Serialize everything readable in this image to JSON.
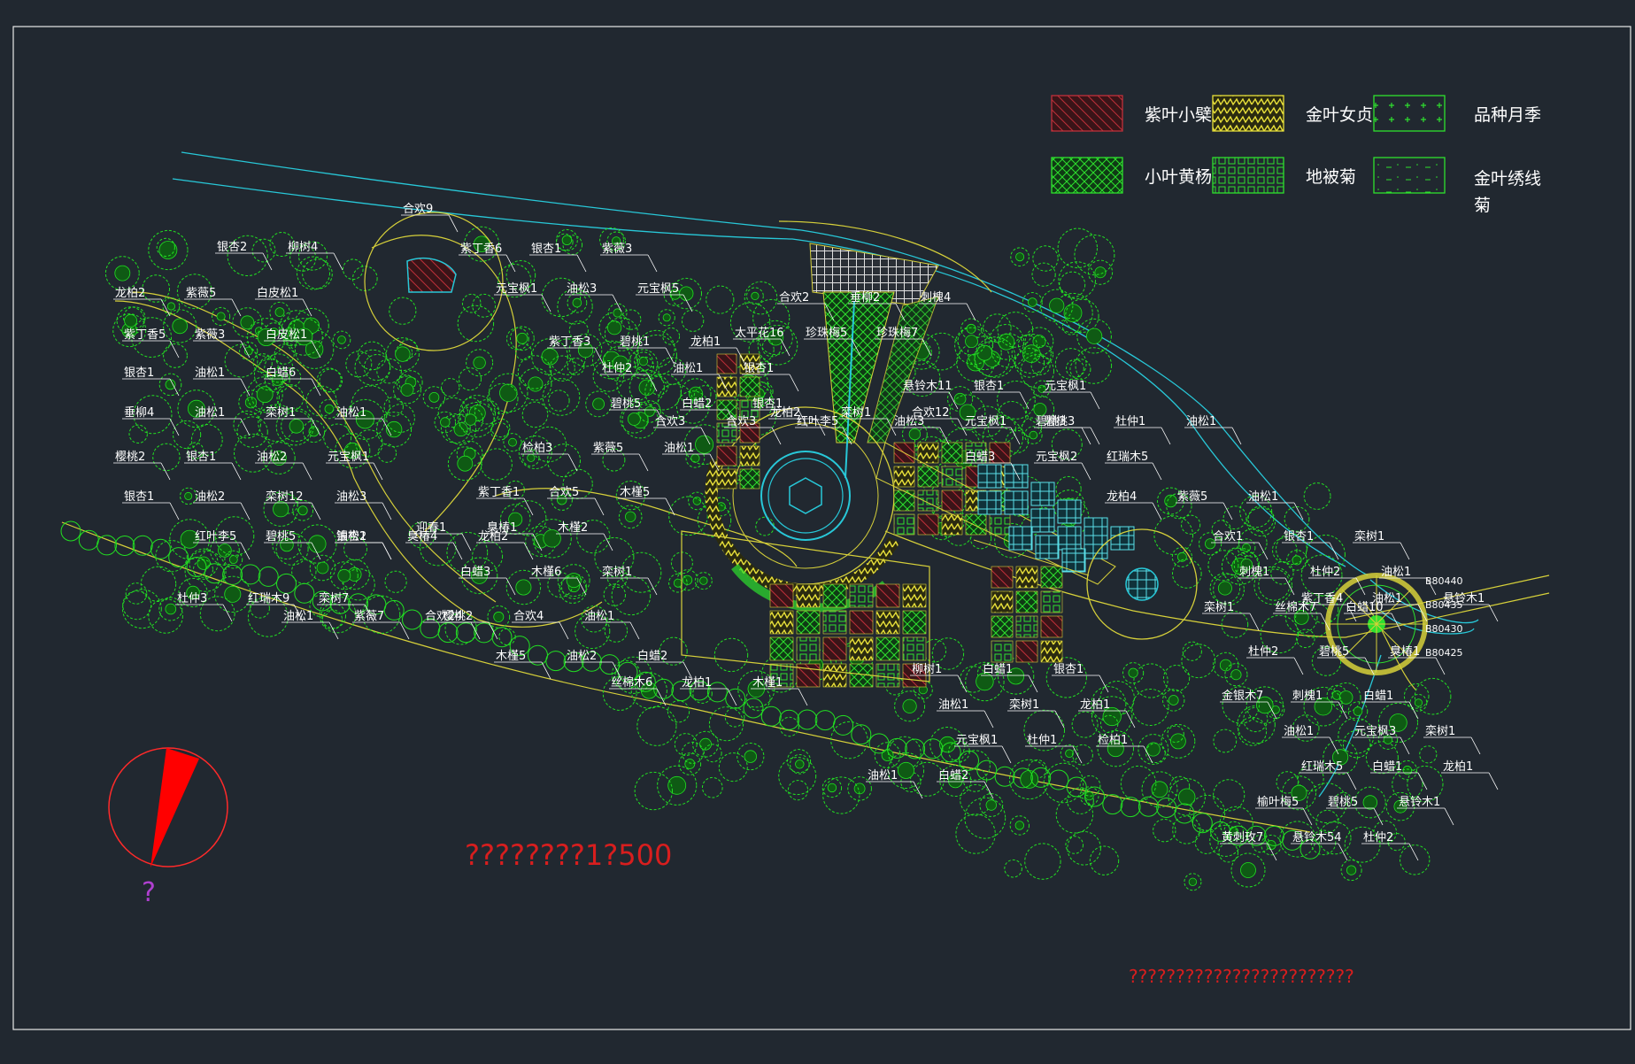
{
  "colors": {
    "background": "#212830",
    "frame": "#e8e8e8",
    "tree": "#22e022",
    "road": "#d6d03a",
    "water": "#28c8d8",
    "title": "#d81e1e",
    "north_fill": "#ff0000",
    "north_label": "#b040d0",
    "label": "#ffffff"
  },
  "legend": [
    {
      "label": "紫叶小檗",
      "pattern": "red-hatch"
    },
    {
      "label": "金叶女贞",
      "pattern": "yellow-zigzag"
    },
    {
      "label": "品种月季",
      "pattern": "green-plus"
    },
    {
      "label": "小叶黄杨",
      "pattern": "green-cross"
    },
    {
      "label": "地被菊",
      "pattern": "green-grid"
    },
    {
      "label": "金叶绣线菊",
      "pattern": "green-dash"
    }
  ],
  "title_text": "????????1?500",
  "footer_text": "????????????????????????",
  "north_label": "?",
  "coordinates": [
    "B80440",
    "B80435",
    "B80430",
    "B80425"
  ],
  "plant_labels": [
    "合欢9",
    "银杏2",
    "柳树4",
    "龙柏2",
    "紫薇5",
    "白皮松1",
    "紫丁香5",
    "紫薇3",
    "白皮松1",
    "银杏1",
    "油松1",
    "白蜡6",
    "垂柳4",
    "油松1",
    "栾树1",
    "油松1",
    "樱桃2",
    "银杏1",
    "油松2",
    "元宝枫1",
    "银杏1",
    "油松2",
    "栾树12",
    "油松3",
    "红叶李5",
    "碧桃5",
    "银杏2",
    "杜仲3",
    "红瑞木9",
    "栾树7",
    "油松1",
    "紫薇7",
    "合欢24",
    "油松1",
    "臭椿4",
    "龙柏2",
    "紫丁香6",
    "银杏1",
    "紫薇3",
    "元宝枫1",
    "油松3",
    "元宝枫5",
    "紫丁香3",
    "碧桃1",
    "龙柏1",
    "碧桃5",
    "白蜡2",
    "银杏1",
    "检柏3",
    "紫薇5",
    "油松1",
    "紫丁香1",
    "合欢5",
    "木槿5",
    "迎春1",
    "臭椿1",
    "木槿2",
    "白蜡3",
    "木槿6",
    "栾树1",
    "樱桃2",
    "合欢4",
    "油松1",
    "木槿5",
    "油松2",
    "白蜡2",
    "丝棉木6",
    "龙柏1",
    "木槿1",
    "合欢2",
    "垂柳2",
    "刺槐4",
    "太平花16",
    "珍珠梅5",
    "珍珠梅7",
    "杜仲2",
    "油松1",
    "银杏1",
    "合欢3",
    "合欢3",
    "红叶李5",
    "龙柏2",
    "栾树1",
    "合欢12",
    "悬铃木11",
    "银杏1",
    "元宝枫1",
    "油松3",
    "元宝枫1",
    "碧桃3",
    "白蜡3",
    "元宝枫2",
    "红瑞木5",
    "碧桃3",
    "杜仲1",
    "油松1",
    "龙柏4",
    "紫薇5",
    "油松1",
    "合欢1",
    "银杏1",
    "栾树1",
    "刺槐1",
    "杜仲2",
    "油松1",
    "栾树1",
    "丝棉木7",
    "白蜡10",
    "紫丁香4",
    "油松1",
    "悬铃木1",
    "杜仲2",
    "碧桃5",
    "臭椿1",
    "金银木7",
    "刺槐1",
    "白蜡1",
    "油松1",
    "元宝枫3",
    "栾树1",
    "红瑞木5",
    "白蜡1",
    "龙柏1",
    "榆叶梅5",
    "碧桃5",
    "悬铃木1",
    "黄刺玫7",
    "悬铃木54",
    "杜仲2",
    "柳树1",
    "白蜡1",
    "银杏1",
    "油松1",
    "栾树1",
    "龙柏1",
    "元宝枫1",
    "杜仲1",
    "检柏1",
    "油松1",
    "白蜡2"
  ]
}
